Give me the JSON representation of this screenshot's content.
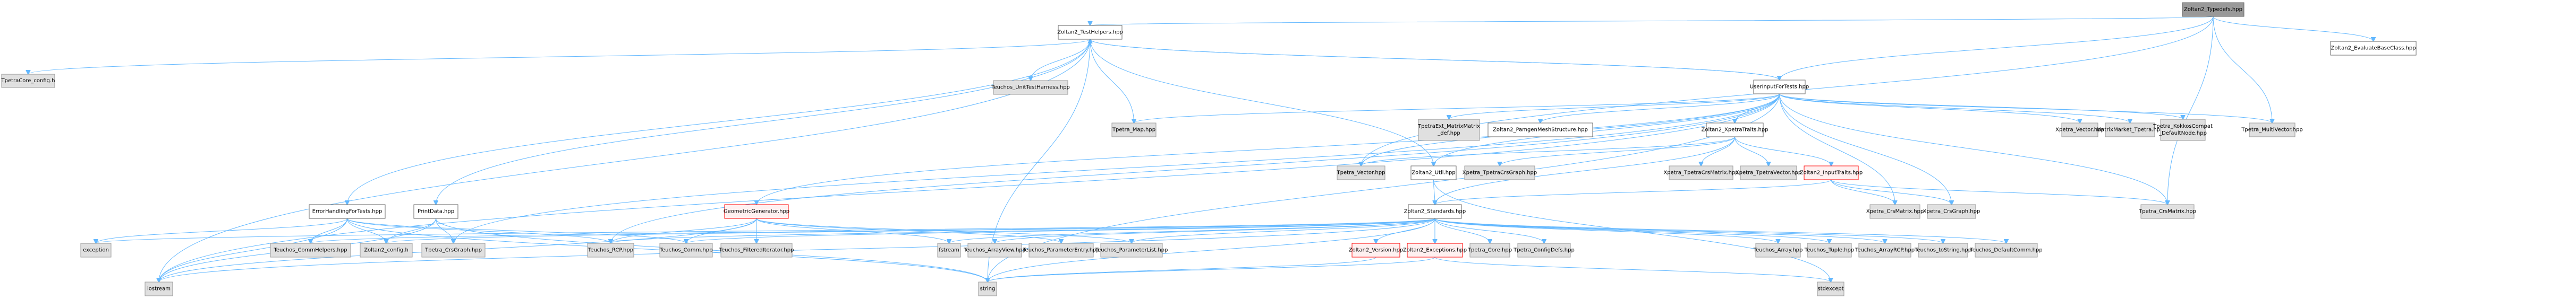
{
  "title": "Zoltan2_Typedefs.hpp include dependency graph",
  "colors": {
    "edge": "#63b8ff",
    "root_fill": "#999999",
    "documented_fill": "#ffffff",
    "external_fill": "#e0e0e0",
    "truncated_border": "#ff0000",
    "truncated_fill": "#fff0f0"
  },
  "nodes": [
    {
      "id": "typedefs",
      "label": "Zoltan2_Typedefs.hpp",
      "kind": "root"
    },
    {
      "id": "evaluate",
      "label": "Zoltan2_EvaluateBaseClass.hpp",
      "kind": "doc"
    },
    {
      "id": "testhelpers",
      "label": "Zoltan2_TestHelpers.hpp",
      "kind": "doc"
    },
    {
      "id": "tpetracoreconfig",
      "label": "TpetraCore_config.h",
      "kind": "ext"
    },
    {
      "id": "unittest",
      "label": "Teuchos_UnitTestHarness.hpp",
      "kind": "ext"
    },
    {
      "id": "tpetramap",
      "label": "Tpetra_Map.hpp",
      "kind": "ext"
    },
    {
      "id": "userinput",
      "label": "UserInputForTests.hpp",
      "kind": "doc"
    },
    {
      "id": "matrixmatrix",
      "label": "TpetraExt_MatrixMatrix\n_def.hpp",
      "kind": "ext"
    },
    {
      "id": "pamgen",
      "label": "Zoltan2_PamgenMeshStructure.hpp",
      "kind": "doc"
    },
    {
      "id": "xpetratraits",
      "label": "Zoltan2_XpetraTraits.hpp",
      "kind": "doc"
    },
    {
      "id": "xpetravector",
      "label": "Xpetra_Vector.hpp",
      "kind": "ext"
    },
    {
      "id": "matrixmarket",
      "label": "MatrixMarket_Tpetra.hpp",
      "kind": "ext"
    },
    {
      "id": "kokkoscompat",
      "label": "Tpetra_KokkosCompat\n_DefaultNode.hpp",
      "kind": "ext"
    },
    {
      "id": "multivector",
      "label": "Tpetra_MultiVector.hpp",
      "kind": "ext"
    },
    {
      "id": "tpetravector",
      "label": "Tpetra_Vector.hpp",
      "kind": "ext"
    },
    {
      "id": "util",
      "label": "Zoltan2_Util.hpp",
      "kind": "doc"
    },
    {
      "id": "xtcrsgraph",
      "label": "Xpetra_TpetraCrsGraph.hpp",
      "kind": "ext"
    },
    {
      "id": "xtcrsmatrix",
      "label": "Xpetra_TpetraCrsMatrix.hpp",
      "kind": "ext"
    },
    {
      "id": "xtvector",
      "label": "Xpetra_TpetraVector.hpp",
      "kind": "ext"
    },
    {
      "id": "inputtraits",
      "label": "Zoltan2_InputTraits.hpp",
      "kind": "trunc"
    },
    {
      "id": "errorhandling",
      "label": "ErrorHandlingForTests.hpp",
      "kind": "doc"
    },
    {
      "id": "printdata",
      "label": "PrintData.hpp",
      "kind": "doc"
    },
    {
      "id": "geometric",
      "label": "GeometricGenerator.hpp",
      "kind": "trunc"
    },
    {
      "id": "standards",
      "label": "Zoltan2_Standards.hpp",
      "kind": "doc"
    },
    {
      "id": "xcrsmatrix",
      "label": "Xpetra_CrsMatrix.hpp",
      "kind": "ext"
    },
    {
      "id": "xcrsgraph",
      "label": "Xpetra_CrsGraph.hpp",
      "kind": "ext"
    },
    {
      "id": "tcrsmatrix",
      "label": "Tpetra_CrsMatrix.hpp",
      "kind": "ext"
    },
    {
      "id": "exception",
      "label": "exception",
      "kind": "ext"
    },
    {
      "id": "commhelpers",
      "label": "Teuchos_CommHelpers.hpp",
      "kind": "ext"
    },
    {
      "id": "z2config",
      "label": "Zoltan2_config.h",
      "kind": "ext"
    },
    {
      "id": "tcrsgraph",
      "label": "Tpetra_CrsGraph.hpp",
      "kind": "ext"
    },
    {
      "id": "rcp",
      "label": "Teuchos_RCP.hpp",
      "kind": "ext"
    },
    {
      "id": "comm",
      "label": "Teuchos_Comm.hpp",
      "kind": "ext"
    },
    {
      "id": "filtered",
      "label": "Teuchos_FilteredIterator.hpp",
      "kind": "ext"
    },
    {
      "id": "fstream",
      "label": "fstream",
      "kind": "ext"
    },
    {
      "id": "arrayview",
      "label": "Teuchos_ArrayView.hpp",
      "kind": "ext"
    },
    {
      "id": "paramentry",
      "label": "Teuchos_ParameterEntry.hpp",
      "kind": "ext"
    },
    {
      "id": "paramlist",
      "label": "Teuchos_ParameterList.hpp",
      "kind": "ext"
    },
    {
      "id": "version",
      "label": "Zoltan2_Version.hpp",
      "kind": "trunc"
    },
    {
      "id": "exceptions",
      "label": "Zoltan2_Exceptions.hpp",
      "kind": "trunc"
    },
    {
      "id": "tcore",
      "label": "Tpetra_Core.hpp",
      "kind": "ext"
    },
    {
      "id": "tconfigdefs",
      "label": "Tpetra_ConfigDefs.hpp",
      "kind": "ext"
    },
    {
      "id": "array",
      "label": "Teuchos_Array.hpp",
      "kind": "ext"
    },
    {
      "id": "tuple",
      "label": "Teuchos_Tuple.hpp",
      "kind": "ext"
    },
    {
      "id": "arrayrcp",
      "label": "Teuchos_ArrayRCP.hpp",
      "kind": "ext"
    },
    {
      "id": "tostring",
      "label": "Teuchos_toString.hpp",
      "kind": "ext"
    },
    {
      "id": "defaultcomm",
      "label": "Teuchos_DefaultComm.hpp",
      "kind": "ext"
    },
    {
      "id": "iostream",
      "label": "iostream",
      "kind": "ext"
    },
    {
      "id": "string",
      "label": "string",
      "kind": "ext"
    },
    {
      "id": "stdexcept",
      "label": "stdexcept",
      "kind": "ext"
    }
  ],
  "edges": [
    [
      "typedefs",
      "testhelpers"
    ],
    [
      "typedefs",
      "evaluate"
    ],
    [
      "typedefs",
      "userinput"
    ],
    [
      "typedefs",
      "tcrsmatrix"
    ],
    [
      "typedefs",
      "multivector"
    ],
    [
      "typedefs",
      "tpetravector"
    ],
    [
      "testhelpers",
      "tpetracoreconfig"
    ],
    [
      "testhelpers",
      "unittest"
    ],
    [
      "testhelpers",
      "tpetramap"
    ],
    [
      "testhelpers",
      "userinput"
    ],
    [
      "testhelpers",
      "errorhandling"
    ],
    [
      "testhelpers",
      "printdata"
    ],
    [
      "testhelpers",
      "iostream"
    ],
    [
      "testhelpers",
      "util"
    ],
    [
      "testhelpers",
      "string"
    ],
    [
      "userinput",
      "testhelpers"
    ],
    [
      "userinput",
      "tpetramap"
    ],
    [
      "userinput",
      "matrixmatrix"
    ],
    [
      "userinput",
      "pamgen"
    ],
    [
      "userinput",
      "xpetratraits"
    ],
    [
      "userinput",
      "xpetravector"
    ],
    [
      "userinput",
      "matrixmarket"
    ],
    [
      "userinput",
      "kokkoscompat"
    ],
    [
      "userinput",
      "multivector"
    ],
    [
      "userinput",
      "tpetravector"
    ],
    [
      "userinput",
      "geometric"
    ],
    [
      "userinput",
      "xcrsmatrix"
    ],
    [
      "userinput",
      "xcrsgraph"
    ],
    [
      "userinput",
      "tcrsmatrix"
    ],
    [
      "userinput",
      "iostream"
    ],
    [
      "userinput",
      "rcp"
    ],
    [
      "userinput",
      "tcrsgraph"
    ],
    [
      "userinput",
      "string"
    ],
    [
      "userinput",
      "util"
    ],
    [
      "xpetratraits",
      "tpetravector"
    ],
    [
      "xpetratraits",
      "xtcrsgraph"
    ],
    [
      "xpetratraits",
      "xtcrsmatrix"
    ],
    [
      "xpetratraits",
      "xtvector"
    ],
    [
      "xpetratraits",
      "inputtraits"
    ],
    [
      "xpetratraits",
      "standards"
    ],
    [
      "inputtraits",
      "standards"
    ],
    [
      "inputtraits",
      "xcrsmatrix"
    ],
    [
      "inputtraits",
      "xcrsgraph"
    ],
    [
      "inputtraits",
      "tcrsmatrix"
    ],
    [
      "util",
      "standards"
    ],
    [
      "util",
      "stdexcept"
    ],
    [
      "errorhandling",
      "exception"
    ],
    [
      "errorhandling",
      "commhelpers"
    ],
    [
      "errorhandling",
      "z2config"
    ],
    [
      "errorhandling",
      "rcp"
    ],
    [
      "errorhandling",
      "comm"
    ],
    [
      "errorhandling",
      "iostream"
    ],
    [
      "errorhandling",
      "string"
    ],
    [
      "printdata",
      "z2config"
    ],
    [
      "printdata",
      "tcrsgraph"
    ],
    [
      "printdata",
      "iostream"
    ],
    [
      "printdata",
      "string"
    ],
    [
      "geometric",
      "rcp"
    ],
    [
      "geometric",
      "comm"
    ],
    [
      "geometric",
      "filtered"
    ],
    [
      "geometric",
      "fstream"
    ],
    [
      "geometric",
      "paramentry"
    ],
    [
      "geometric",
      "paramlist"
    ],
    [
      "geometric",
      "iostream"
    ],
    [
      "standards",
      "z2config"
    ],
    [
      "standards",
      "commhelpers"
    ],
    [
      "standards",
      "rcp"
    ],
    [
      "standards",
      "comm"
    ],
    [
      "standards",
      "arrayview"
    ],
    [
      "standards",
      "paramlist"
    ],
    [
      "standards",
      "version"
    ],
    [
      "standards",
      "exceptions"
    ],
    [
      "standards",
      "tcore"
    ],
    [
      "standards",
      "tconfigdefs"
    ],
    [
      "standards",
      "array"
    ],
    [
      "standards",
      "tuple"
    ],
    [
      "standards",
      "arrayrcp"
    ],
    [
      "standards",
      "tostring"
    ],
    [
      "standards",
      "defaultcomm"
    ],
    [
      "standards",
      "fstream"
    ],
    [
      "standards",
      "iostream"
    ],
    [
      "standards",
      "string"
    ],
    [
      "standards",
      "exception"
    ],
    [
      "version",
      "string"
    ],
    [
      "exceptions",
      "string"
    ],
    [
      "exceptions",
      "stdexcept"
    ]
  ]
}
